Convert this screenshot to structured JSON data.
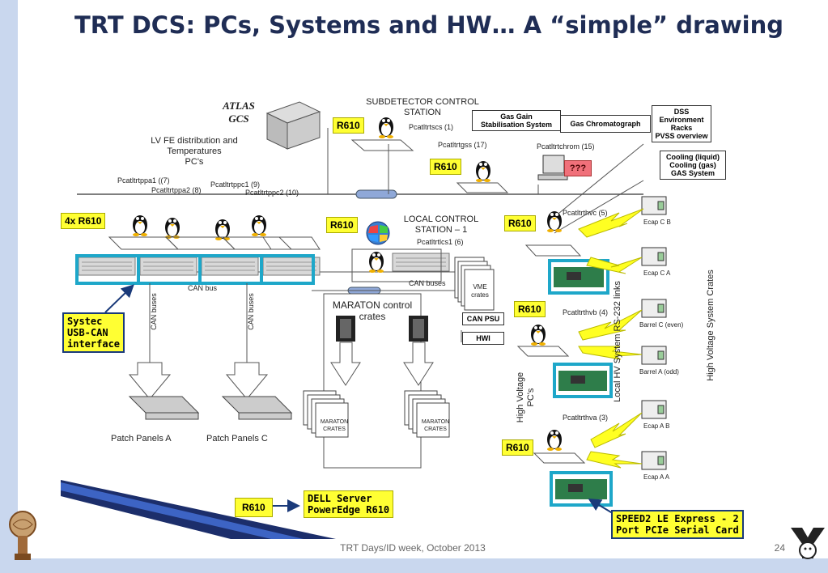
{
  "slide": {
    "title": "TRT DCS: PCs, Systems and HW… A “simple” drawing",
    "footer": "TRT Days/ID week, October 2013",
    "page_number": "24",
    "accent_color": "#1f2d55",
    "highlight_color": "#ffff33",
    "frame_color": "#1ea7c9"
  },
  "diagram": {
    "atlas_gcs": [
      "ATLAS",
      "GCS"
    ],
    "lv_fe": [
      "LV FE  distribution and",
      "Temperatures",
      "PC's"
    ],
    "pc_names": {
      "ppa1": "Pcatltrtppa1 ((7)",
      "ppa2": "Pcatltrtppa2 (8)",
      "ppc1": "Pcatltrtppc1 (9)",
      "ppc2": "Pcatltrtppc2 (10)",
      "scs": "Pcatltrtscs (1)",
      "gss": "Pcatltrtgss (17)",
      "chrom": "Pcatltrtchrom (15)",
      "lcs1": "Pcatltrtlcs1 (6)",
      "hvc": "Pcatltrthvc (5)",
      "hvb": "Pcatltrthvb (4)",
      "hva": "Pcatltrthva (3)"
    },
    "subdetector_station": [
      "SUBDETECTOR CONTROL",
      "STATION"
    ],
    "local_station": [
      "LOCAL CONTROL",
      "STATION – 1"
    ],
    "gas_gain": [
      "Gas Gain",
      "Stabilisation System"
    ],
    "gas_chrom": "Gas Chromatograph",
    "dss": [
      "DSS",
      "Environment",
      "Racks",
      "PVSS overview"
    ],
    "cooling": [
      "Cooling (liquid)",
      "Cooling (gas)",
      "GAS System"
    ],
    "unknown_box": "???",
    "tags": {
      "r610": "R610",
      "four_r610": "4x R610",
      "systec": [
        "Systec",
        "USB-CAN",
        "interface"
      ],
      "dell": [
        "DELL Server",
        "PowerEdge R610"
      ],
      "speed2": [
        "SPEED2 LE Express - 2",
        "Port PCIe Serial Card"
      ]
    },
    "can_bus": "CAN bus",
    "can_buses": "CAN buses",
    "maraton_control": [
      "MARATON control",
      "crates"
    ],
    "vme": [
      "VME",
      "crates"
    ],
    "can_psu": "CAN PSU",
    "hwi": "HWI",
    "maraton_crates": [
      "MARATON",
      "CRATES"
    ],
    "patch_a": "Patch Panels A",
    "patch_c": "Patch Panels C",
    "hv_pcs": [
      "High Voltage",
      "PC's"
    ],
    "rs232": "Local HV System RS-232 links",
    "hv_crates": "High Voltage System Crates",
    "ecap_cb": "Ecap C B",
    "ecap_ca": "Ecap C A",
    "barrel_c": "Barrel C (even)",
    "barrel_a": "Barrel A (odd)",
    "ecap_ab": "Ecap A B",
    "ecap_aa": "Ecap A A"
  }
}
